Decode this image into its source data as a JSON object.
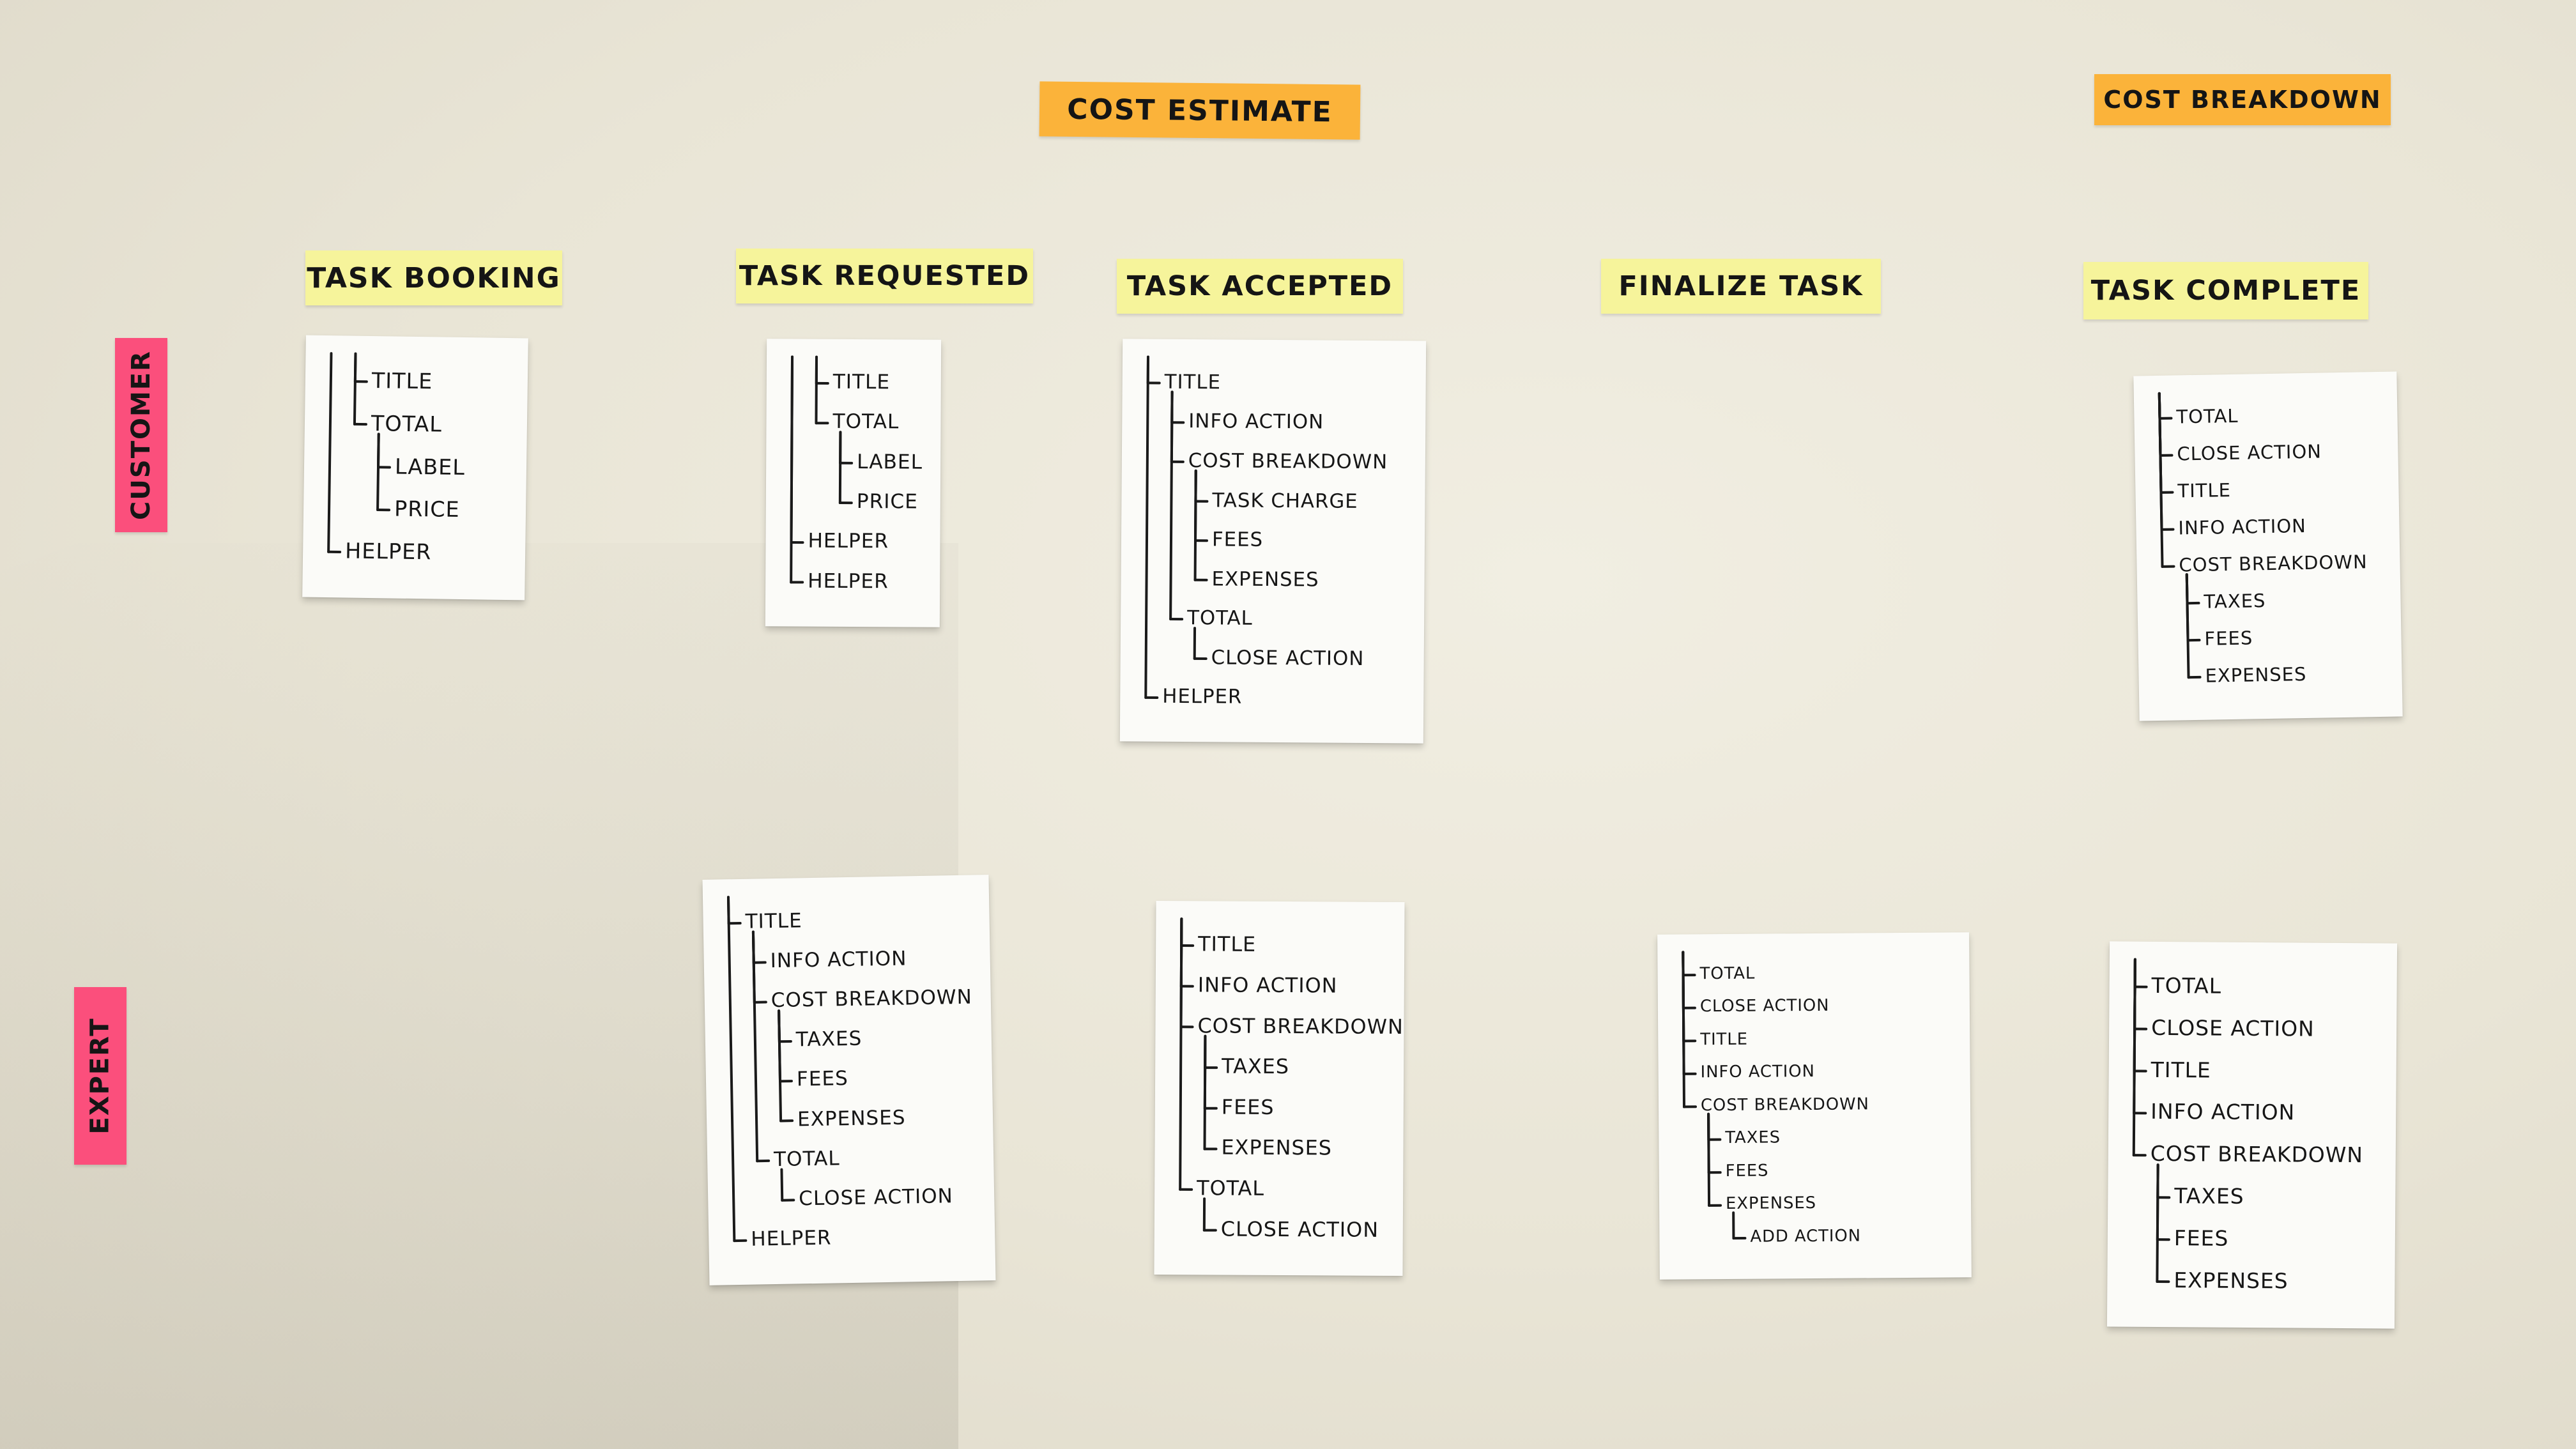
{
  "headers": {
    "cost_estimate": "COST ESTIMATE",
    "cost_breakdown": "COST BREAKDOWN"
  },
  "columns": {
    "task_booking": "TASK BOOKING",
    "task_requested": "TASK REQUESTED",
    "task_accepted": "TASK ACCEPTED",
    "finalize_task": "FINALIZE TASK",
    "task_complete": "TASK COMPLETE"
  },
  "rows": {
    "customer": "CUSTOMER",
    "expert": "EXPERT"
  },
  "cards": {
    "customer_task_booking": [
      {
        "label": "TITLE",
        "depth": 1
      },
      {
        "label": "TOTAL",
        "depth": 1
      },
      {
        "label": "LABEL",
        "depth": 2
      },
      {
        "label": "PRICE",
        "depth": 2
      },
      {
        "label": "HELPER",
        "depth": 0
      }
    ],
    "customer_task_requested": [
      {
        "label": "TITLE",
        "depth": 1
      },
      {
        "label": "TOTAL",
        "depth": 1
      },
      {
        "label": "LABEL",
        "depth": 2
      },
      {
        "label": "PRICE",
        "depth": 2
      },
      {
        "label": "HELPER",
        "depth": 0
      },
      {
        "label": "HELPER",
        "depth": 0
      }
    ],
    "customer_task_accepted": [
      {
        "label": "TITLE",
        "depth": 0
      },
      {
        "label": "INFO ACTION",
        "depth": 1
      },
      {
        "label": "COST BREAKDOWN",
        "depth": 1
      },
      {
        "label": "TASK CHARGE",
        "depth": 2
      },
      {
        "label": "FEES",
        "depth": 2
      },
      {
        "label": "EXPENSES",
        "depth": 2
      },
      {
        "label": "TOTAL",
        "depth": 1
      },
      {
        "label": "CLOSE ACTION",
        "depth": 2
      },
      {
        "label": "HELPER",
        "depth": 0
      }
    ],
    "customer_task_complete": [
      {
        "label": "TOTAL",
        "depth": 0
      },
      {
        "label": "CLOSE ACTION",
        "depth": 0
      },
      {
        "label": "TITLE",
        "depth": 0
      },
      {
        "label": "INFO ACTION",
        "depth": 0
      },
      {
        "label": "COST BREAKDOWN",
        "depth": 0
      },
      {
        "label": "TAXES",
        "depth": 1
      },
      {
        "label": "FEES",
        "depth": 1
      },
      {
        "label": "EXPENSES",
        "depth": 1
      }
    ],
    "expert_task_requested": [
      {
        "label": "TITLE",
        "depth": 0
      },
      {
        "label": "INFO ACTION",
        "depth": 1
      },
      {
        "label": "COST BREAKDOWN",
        "depth": 1
      },
      {
        "label": "TAXES",
        "depth": 2
      },
      {
        "label": "FEES",
        "depth": 2
      },
      {
        "label": "EXPENSES",
        "depth": 2
      },
      {
        "label": "TOTAL",
        "depth": 1
      },
      {
        "label": "CLOSE ACTION",
        "depth": 2
      },
      {
        "label": "HELPER",
        "depth": 0
      }
    ],
    "expert_task_accepted": [
      {
        "label": "TITLE",
        "depth": 0
      },
      {
        "label": "INFO ACTION",
        "depth": 0
      },
      {
        "label": "COST BREAKDOWN",
        "depth": 0
      },
      {
        "label": "TAXES",
        "depth": 1
      },
      {
        "label": "FEES",
        "depth": 1
      },
      {
        "label": "EXPENSES",
        "depth": 1
      },
      {
        "label": "TOTAL",
        "depth": 0
      },
      {
        "label": "CLOSE ACTION",
        "depth": 1
      }
    ],
    "expert_finalize_task": [
      {
        "label": "TOTAL",
        "depth": 0
      },
      {
        "label": "CLOSE ACTION",
        "depth": 0
      },
      {
        "label": "TITLE",
        "depth": 0
      },
      {
        "label": "INFO ACTION",
        "depth": 0
      },
      {
        "label": "COST BREAKDOWN",
        "depth": 0
      },
      {
        "label": "TAXES",
        "depth": 1
      },
      {
        "label": "FEES",
        "depth": 1
      },
      {
        "label": "EXPENSES",
        "depth": 1
      },
      {
        "label": "ADD ACTION",
        "depth": 2
      }
    ],
    "expert_task_complete": [
      {
        "label": "TOTAL",
        "depth": 0
      },
      {
        "label": "CLOSE ACTION",
        "depth": 0
      },
      {
        "label": "TITLE",
        "depth": 0
      },
      {
        "label": "INFO ACTION",
        "depth": 0
      },
      {
        "label": "COST BREAKDOWN",
        "depth": 0
      },
      {
        "label": "TAXES",
        "depth": 1
      },
      {
        "label": "FEES",
        "depth": 1
      },
      {
        "label": "EXPENSES",
        "depth": 1
      }
    ]
  }
}
